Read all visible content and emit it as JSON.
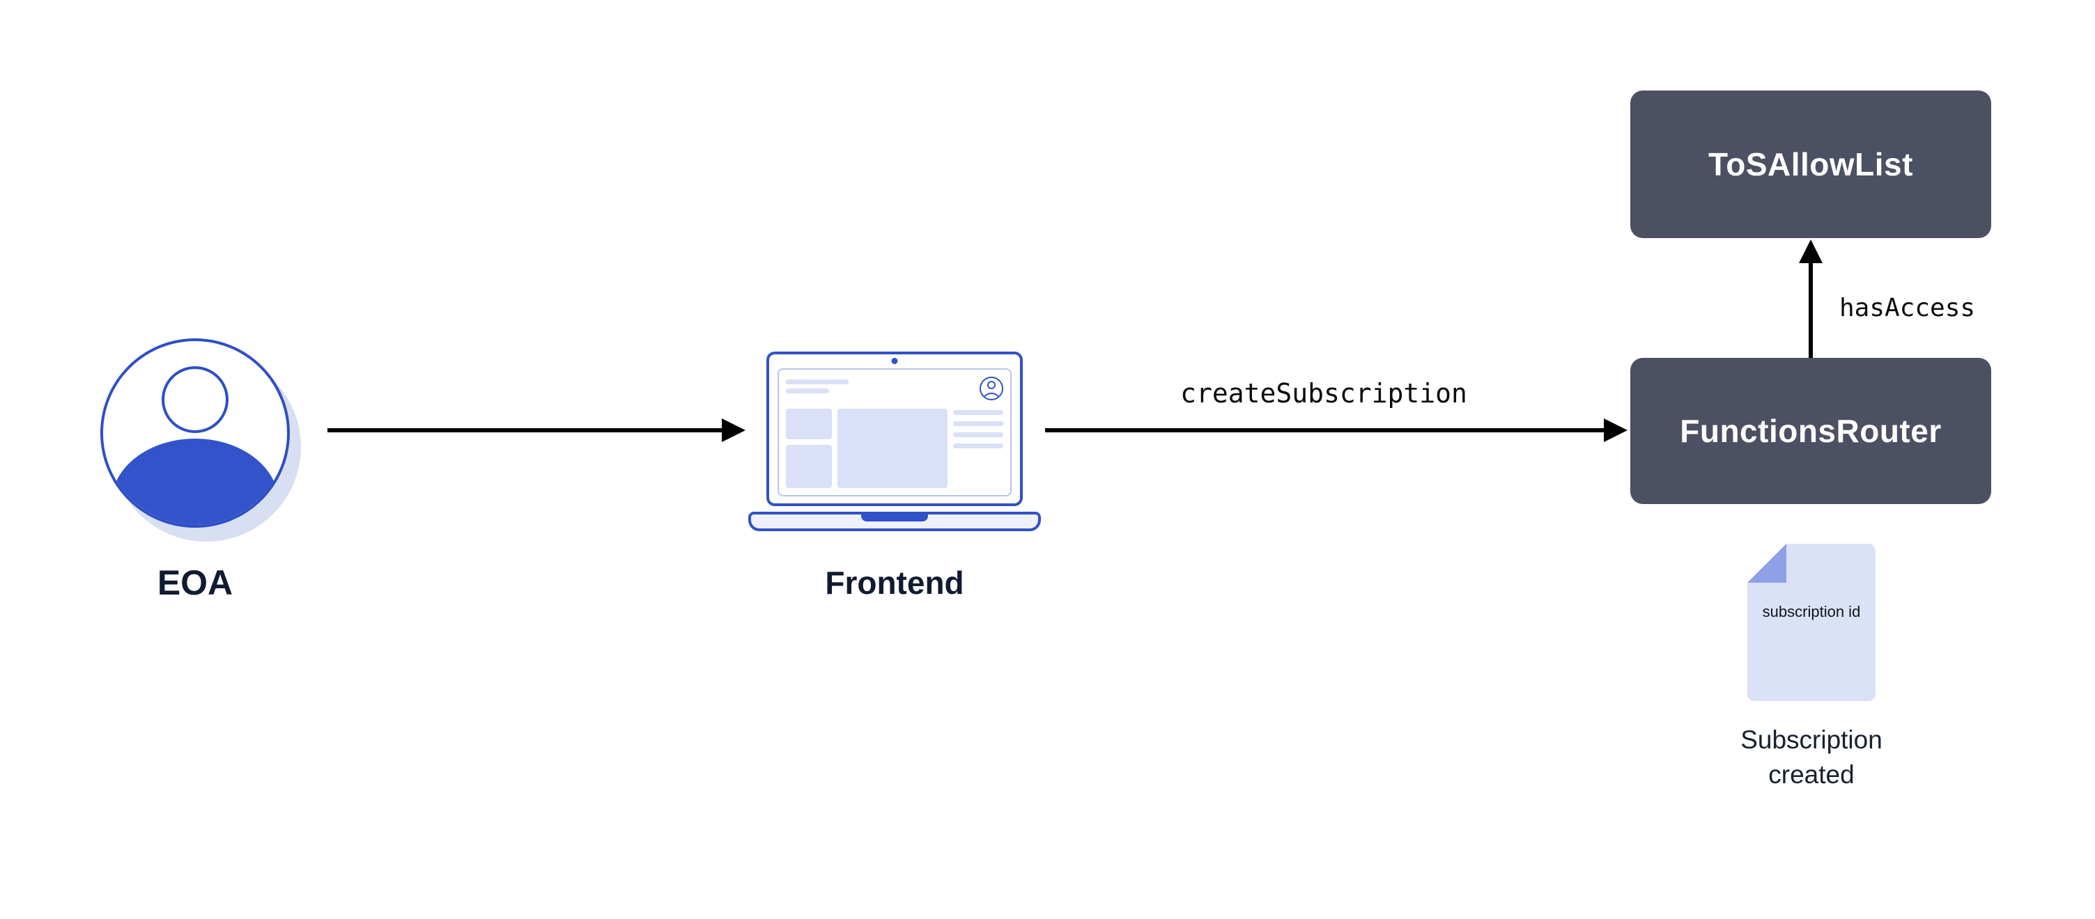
{
  "diagram": {
    "nodes": {
      "eoa": {
        "label": "EOA"
      },
      "frontend": {
        "label": "Frontend"
      },
      "functions_router": {
        "label": "FunctionsRouter"
      },
      "tos_allow_list": {
        "label": "ToSAllowList"
      }
    },
    "edges": {
      "frontend_to_router": {
        "label": "createSubscription"
      },
      "router_to_tos": {
        "label": "hasAccess"
      }
    },
    "artifact": {
      "doc_text": "subscription id",
      "caption": "Subscription created"
    },
    "colors": {
      "background": "#ffffff",
      "node_fill": "#4b5162",
      "node_text": "#ffffff",
      "accent_blue": "#3052c9",
      "avatar_fill": "#3353cb",
      "light_lavender": "#d9e0f7",
      "doc_fill": "#dbe2f8",
      "doc_fold": "#8fa0e6",
      "arrow": "#000000",
      "label_text": "#101b30"
    }
  }
}
